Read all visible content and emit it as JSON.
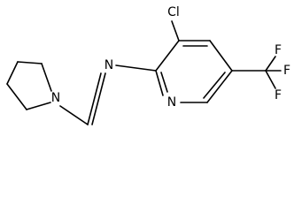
{
  "molecule": {
    "atoms": {
      "cl": "Cl",
      "n_imine": "N",
      "n_pyrrolidine": "N",
      "n_pyridine": "N",
      "f_top": "F",
      "f_right": "F",
      "f_bottom": "F"
    }
  }
}
